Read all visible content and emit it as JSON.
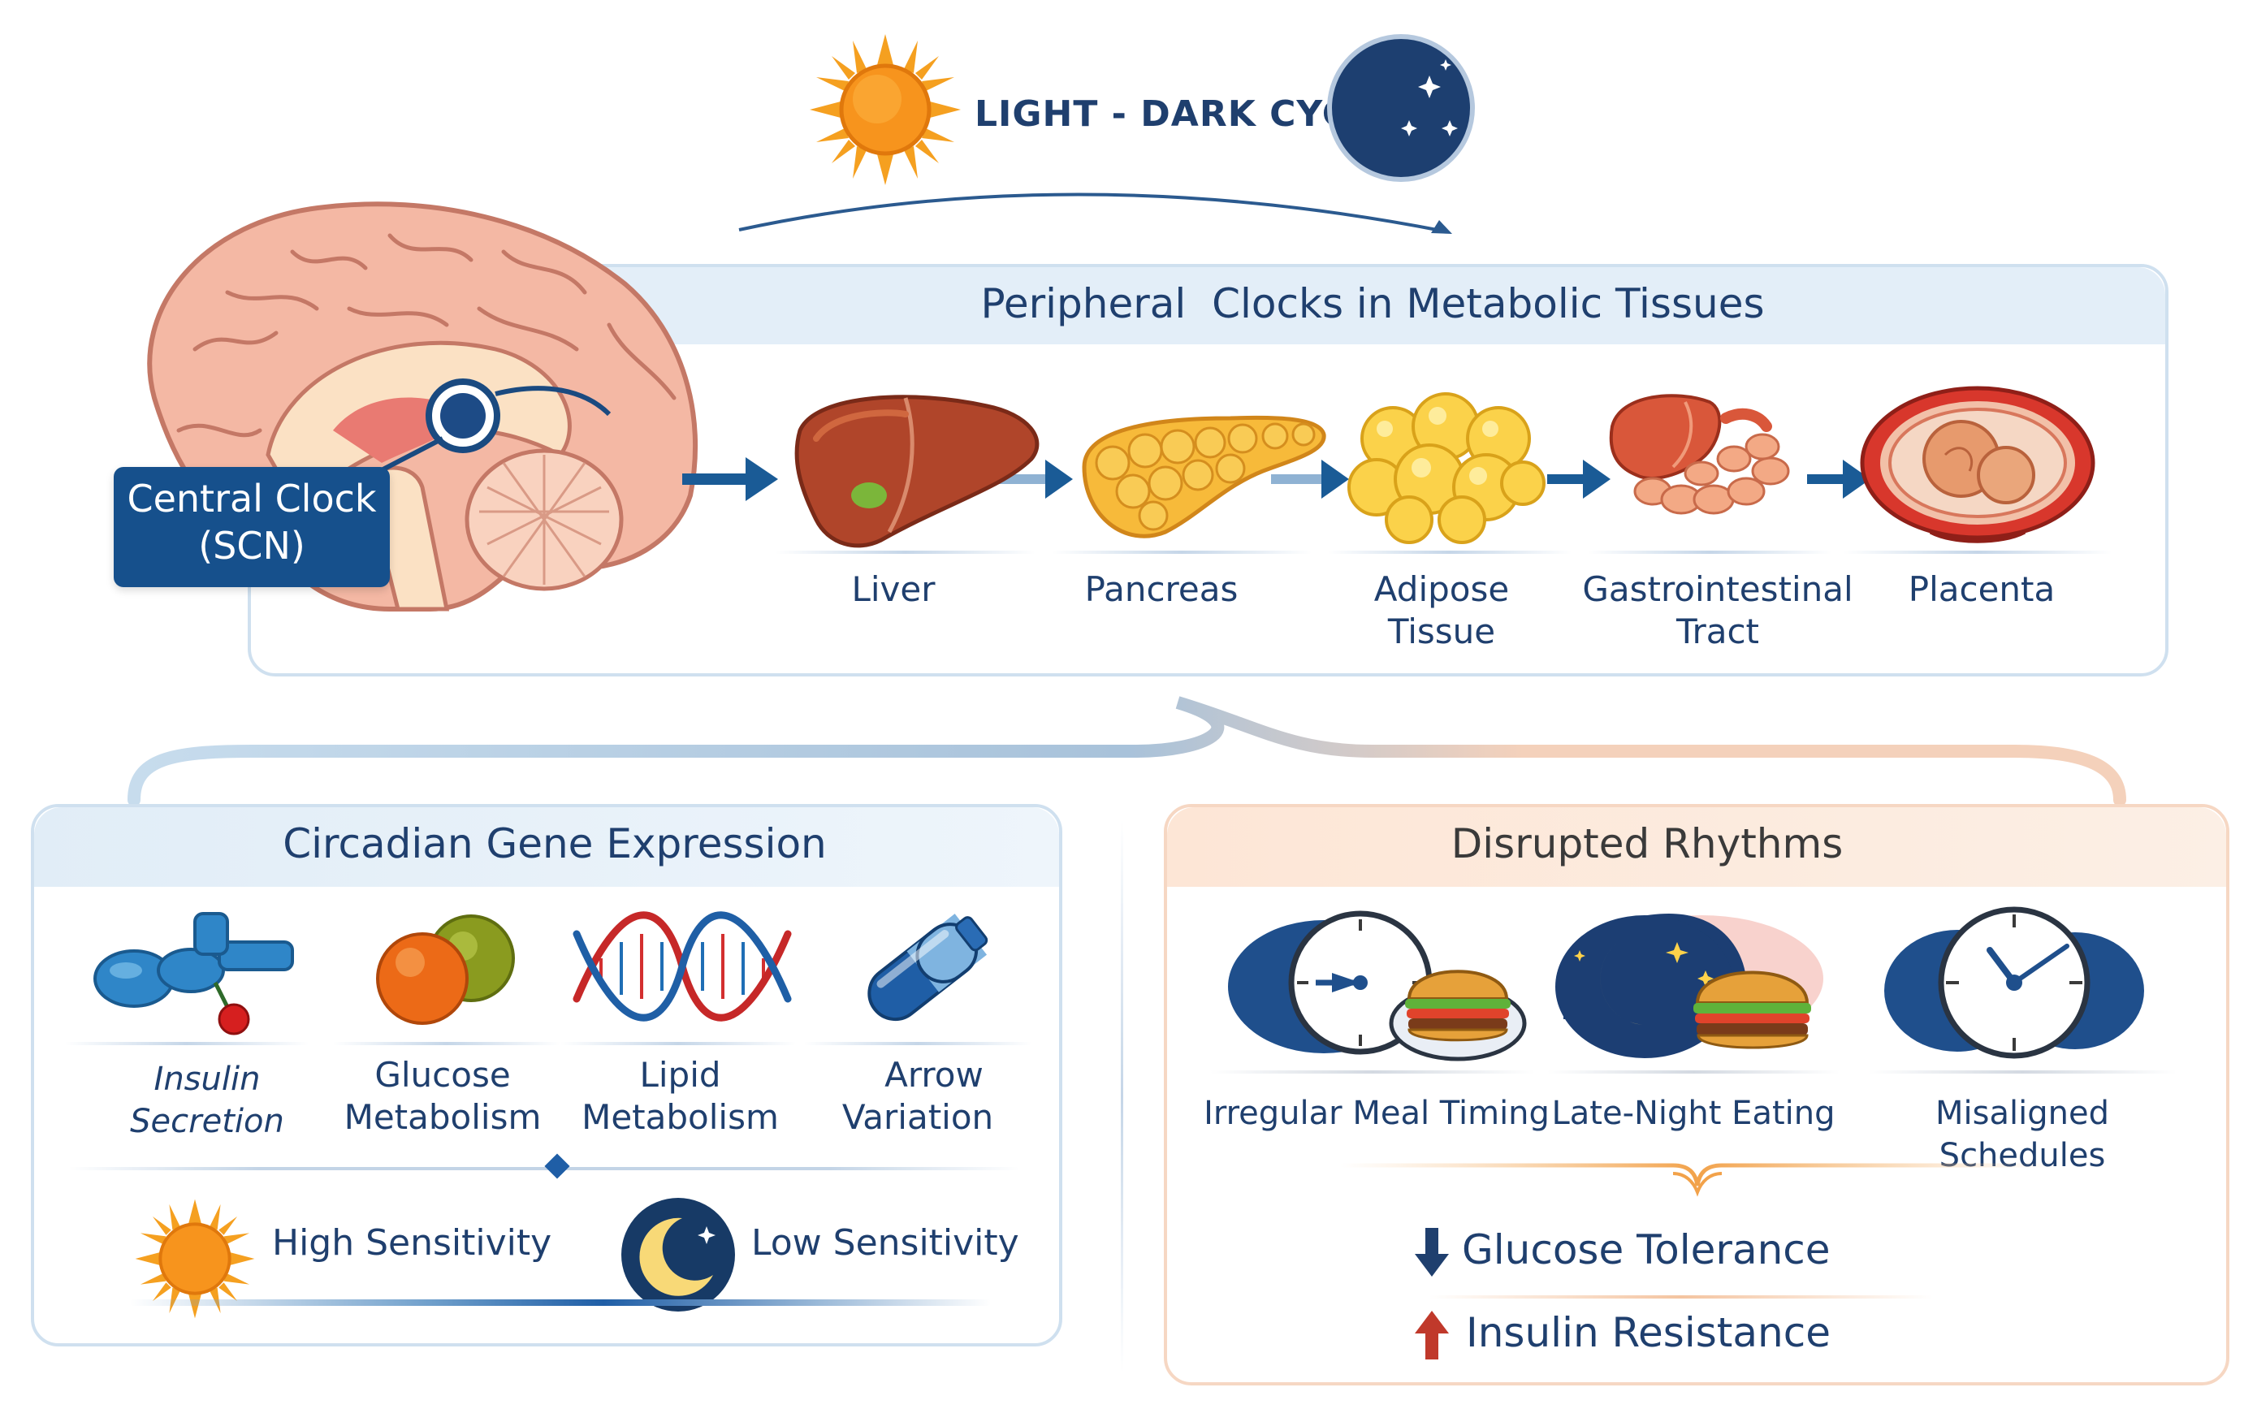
{
  "header": {
    "title": "LIGHT - DARK CYCLE"
  },
  "central_clock": {
    "line1": "Central Clock",
    "line2": "(SCN)"
  },
  "peripheral": {
    "title": "Peripheral  Clocks in Metabolic Tissues",
    "tissues": [
      {
        "label": "Liver",
        "icon": "liver-icon"
      },
      {
        "label": "Pancreas",
        "icon": "pancreas-icon"
      },
      {
        "label": "Adipose Tissue",
        "icon": "adipose-icon"
      },
      {
        "label": "Gastrointestinal",
        "label2": "Tract",
        "icon": "gut-icon"
      },
      {
        "label": "Placenta",
        "icon": "placenta-icon"
      }
    ]
  },
  "gene_expression": {
    "title": "Circadian Gene Expression",
    "items": [
      {
        "label": "Insulin Secretion",
        "icon": "insulin-icon"
      },
      {
        "label": "Glucose",
        "label2": "Metabolism",
        "icon": "glucose-icon"
      },
      {
        "label": "Lipid",
        "label2": "Metabolism",
        "icon": "dna-icon"
      },
      {
        "label": "Arrow",
        "label2": "Variation",
        "icon": "capsule-icon"
      }
    ],
    "high": "High Sensitivity",
    "low": "Low Sensitivity"
  },
  "disrupted": {
    "title": "Disrupted Rhythms",
    "items": [
      {
        "label": "Irregular Meal Timing",
        "icon": "clock-burger-icon"
      },
      {
        "label": "Late-Night Eating",
        "icon": "moon-burger-icon"
      },
      {
        "label": "Misaligned Schedules",
        "icon": "clock-icon"
      }
    ],
    "outcome1": "Glucose Tolerance",
    "outcome2": "Insulin Resistance"
  },
  "colors": {
    "navy": "#1f3f6e",
    "accent_blue": "#1a5b96",
    "sun": "#f5a020",
    "peach": "#f2c9a8"
  }
}
